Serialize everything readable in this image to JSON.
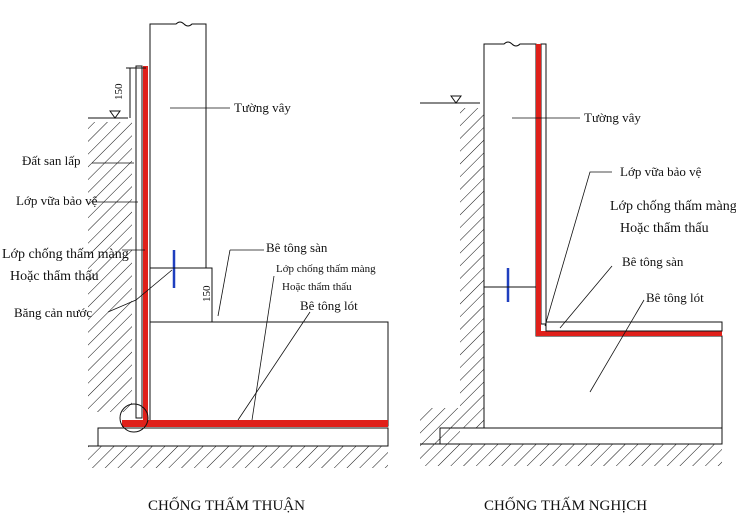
{
  "left": {
    "caption": "CHỐNG THẤM THUẬN",
    "labels": {
      "wall": "Tường vây",
      "backfill": "Đất san lấp",
      "protective_mortar": "Lớp vữa bảo vệ",
      "membrane_1": "Lớp chống thấm màng",
      "membrane_2": "Hoặc thẩm thấu",
      "waterstop": "Băng cản nước",
      "floor_slab": "Bê tông sàn",
      "membrane_small_1": "Lớp chống thấm màng",
      "membrane_small_2": "Hoặc thẩm thấu",
      "lean_concrete": "Bê tông lót",
      "dim_top": "150",
      "dim_step": "150"
    }
  },
  "right": {
    "caption": "CHỐNG THẤM NGHỊCH",
    "labels": {
      "wall": "Tường vây",
      "protective_mortar": "Lớp vữa bảo vệ",
      "membrane_1": "Lớp chống thấm màng",
      "membrane_2": "Hoặc thẩm thấu",
      "floor_slab": "Bê tông sàn",
      "lean_concrete": "Bê tông lót"
    }
  },
  "colors": {
    "membrane": "#e0201a",
    "waterstop": "#1f3fbf",
    "concrete": "#f7f7f7",
    "ink": "#111111"
  }
}
